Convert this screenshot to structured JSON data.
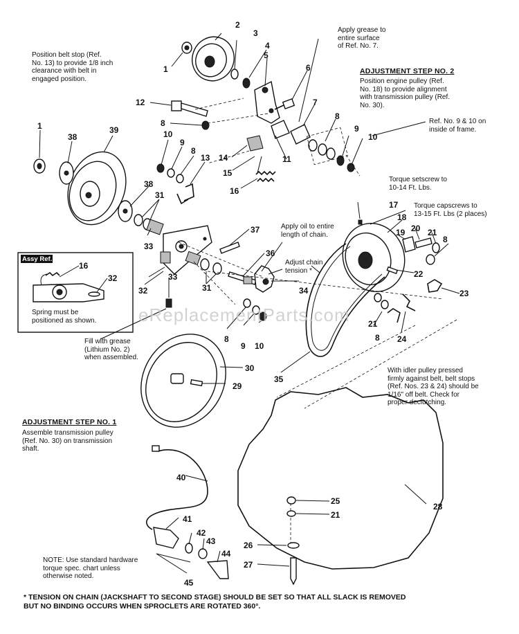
{
  "notes": {
    "belt_stop": "Position belt stop (Ref.\nNo. 13) to provide 1/8 inch\nclearance with belt in\nengaged position.",
    "grease": "Apply grease to\nentire surface\nof Ref. No. 7.",
    "step2_header": "ADJUSTMENT STEP NO. 2",
    "step2_body": "Position engine pulley (Ref.\nNo. 18) to provide alignment\nwith transmission pulley (Ref.\nNo. 30).",
    "ref9_10": "Ref. No. 9 & 10 on\ninside of frame.",
    "setscrew": "Torque setscrew to\n10-14 Ft. Lbs.",
    "capscrews": "Torque capscrews to\n13-15 Ft. Lbs (2 places)",
    "oil": "Apply oil to entire\nlength of chain.",
    "chain_tension": "Adjust chain\ntension *",
    "assy_ref": "Assy Ref.",
    "spring": "Spring must be\npositioned as shown.",
    "fill_grease": "Fill with grease\n(Lithium No. 2)\nwhen assembled.",
    "idler": "With idler pulley pressed\nfirmly against belt, belt stops\n(Ref. Nos. 23 & 24) should be\n1/16\" off belt. Check for\nproper declutching.",
    "step1_header": "ADJUSTMENT STEP NO. 1",
    "step1_body": "Assemble transmission pulley\n(Ref. No. 30) on transmission\nshaft.",
    "hardware": "NOTE: Use standard hardware\ntorque spec. chart unless\notherwise noted.",
    "footer": "* TENSION ON CHAIN (JACKSHAFT TO SECOND STAGE) SHOULD BE SET SO THAT ALL SLACK IS REMOVED\n   BUT NO BINDING OCCURS WHEN SPROCLETS ARE ROTATED 360°."
  },
  "watermark": "eReplacementParts.com",
  "refs": {
    "r1a": "1",
    "r1b": "1",
    "r2": "2",
    "r3": "3",
    "r4": "4",
    "r5": "5",
    "r6": "6",
    "r7": "7",
    "r8a": "8",
    "r8b": "8",
    "r8c": "8",
    "r8d": "8",
    "r8e": "8",
    "r8f": "8",
    "r9a": "9",
    "r9b": "9",
    "r9c": "9",
    "r10a": "10",
    "r10b": "10",
    "r10c": "10",
    "r11": "11",
    "r12": "12",
    "r13": "13",
    "r14": "14",
    "r15": "15",
    "r16a": "16",
    "r16b": "16",
    "r17": "17",
    "r18": "18",
    "r19": "19",
    "r20": "20",
    "r21a": "21",
    "r21b": "21",
    "r21c": "21",
    "r22": "22",
    "r23": "23",
    "r24": "24",
    "r25": "25",
    "r26": "26",
    "r27": "27",
    "r28": "28",
    "r29": "29",
    "r30": "30",
    "r31a": "31",
    "r31b": "31",
    "r32a": "32",
    "r32b": "32",
    "r33a": "33",
    "r33b": "33",
    "r34": "34",
    "r35": "35",
    "r36": "36",
    "r37": "37",
    "r38a": "38",
    "r38b": "38",
    "r39": "39",
    "r40": "40",
    "r41": "41",
    "r42": "42",
    "r43": "43",
    "r44": "44",
    "r45": "45"
  }
}
